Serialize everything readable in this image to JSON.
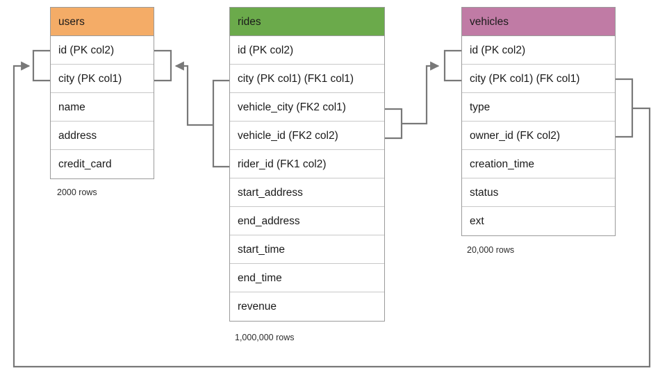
{
  "diagram": {
    "type": "entity-relationship-diagram",
    "title": "",
    "palette": {
      "users_header": "#F4AC67",
      "rides_header": "#6BAA4B",
      "vehicles_header": "#C07BA5",
      "border": "#9a9a9a",
      "row_border": "#c8c8c8",
      "connector": "#787878",
      "text": "#1a1a1a",
      "background": "#ffffff"
    },
    "entities": [
      {
        "key": "users",
        "name": "users",
        "header_color": "#F4AC67",
        "row_count_label": "2000 rows",
        "fields": [
          {
            "label": "id (PK col2)"
          },
          {
            "label": "city (PK col1)"
          },
          {
            "label": "name"
          },
          {
            "label": "address"
          },
          {
            "label": "credit_card"
          }
        ]
      },
      {
        "key": "rides",
        "name": "rides",
        "header_color": "#6BAA4B",
        "row_count_label": "1,000,000 rows",
        "fields": [
          {
            "label": "id (PK col2)"
          },
          {
            "label": "city (PK col1) (FK1 col1)"
          },
          {
            "label": "vehicle_city (FK2 col1)"
          },
          {
            "label": "vehicle_id (FK2 col2)"
          },
          {
            "label": "rider_id (FK1 col2)"
          },
          {
            "label": "start_address"
          },
          {
            "label": "end_address"
          },
          {
            "label": "start_time"
          },
          {
            "label": "end_time"
          },
          {
            "label": "revenue"
          }
        ]
      },
      {
        "key": "vehicles",
        "name": "vehicles",
        "header_color": "#C07BA5",
        "row_count_label": "20,000 rows",
        "fields": [
          {
            "label": "id (PK col2)"
          },
          {
            "label": "city (PK col1) (FK col1)"
          },
          {
            "label": "type"
          },
          {
            "label": "owner_id (FK col2)"
          },
          {
            "label": "creation_time"
          },
          {
            "label": "status"
          },
          {
            "label": "ext"
          }
        ]
      }
    ],
    "relationships": [
      {
        "name": "rides-fk1-to-users",
        "from_entity": "rides",
        "from_fields": [
          "city (PK col1) (FK1 col1)",
          "rider_id (FK1 col2)"
        ],
        "to_entity": "users",
        "to_fields": [
          "id (PK col2)",
          "city (PK col1)"
        ],
        "arrow": "to-users"
      },
      {
        "name": "rides-fk2-to-vehicles",
        "from_entity": "rides",
        "from_fields": [
          "vehicle_city (FK2 col1)",
          "vehicle_id (FK2 col2)"
        ],
        "to_entity": "vehicles",
        "to_fields": [
          "id (PK col2)",
          "city (PK col1) (FK col1)"
        ],
        "arrow": "to-vehicles"
      },
      {
        "name": "vehicles-fk-to-users",
        "from_entity": "vehicles",
        "from_fields": [
          "city (PK col1) (FK col1)",
          "owner_id (FK col2)"
        ],
        "to_entity": "users",
        "to_fields": [
          "id (PK col2)",
          "city (PK col1)"
        ],
        "arrow": "to-users",
        "route": "around-bottom"
      }
    ]
  }
}
